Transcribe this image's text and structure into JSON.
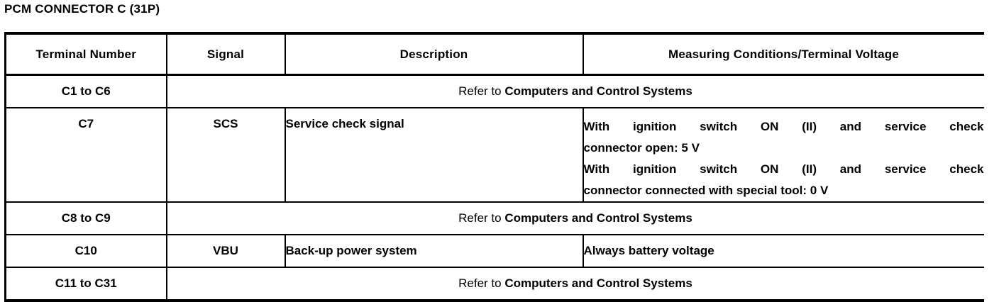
{
  "document": {
    "title": "PCM CONNECTOR C (31P)"
  },
  "table": {
    "headers": {
      "terminal_number": "Terminal Number",
      "signal": "Signal",
      "description": "Description",
      "measuring": "Measuring Conditions/Terminal Voltage"
    },
    "refer_prefix": "Refer to ",
    "refer_bold": "Computers and Control Systems",
    "rows": [
      {
        "type": "refer",
        "terminal": "C1 to C6",
        "refer_prefix": "Refer to ",
        "refer_bold": "Computers and Control Systems"
      },
      {
        "type": "detail",
        "terminal": "C7",
        "signal": "SCS",
        "description": "Service check signal",
        "measuring_lines": [
          "With ignition switch ON (II) and service check",
          "connector open: 5 V",
          "With ignition switch ON (II) and service check",
          "connector connected with special tool: 0 V"
        ]
      },
      {
        "type": "refer",
        "terminal": "C8 to C9",
        "refer_prefix": "Refer to ",
        "refer_bold": "Computers and Control Systems"
      },
      {
        "type": "detail",
        "terminal": "C10",
        "signal": "VBU",
        "description": "Back-up power system",
        "measuring_lines": [
          "Always battery voltage"
        ]
      },
      {
        "type": "refer",
        "terminal": "C11 to C31",
        "refer_prefix": "Refer to ",
        "refer_bold": "Computers and Control Systems"
      }
    ]
  },
  "colors": {
    "text": "#000000",
    "background": "#ffffff",
    "rule": "#000000"
  }
}
